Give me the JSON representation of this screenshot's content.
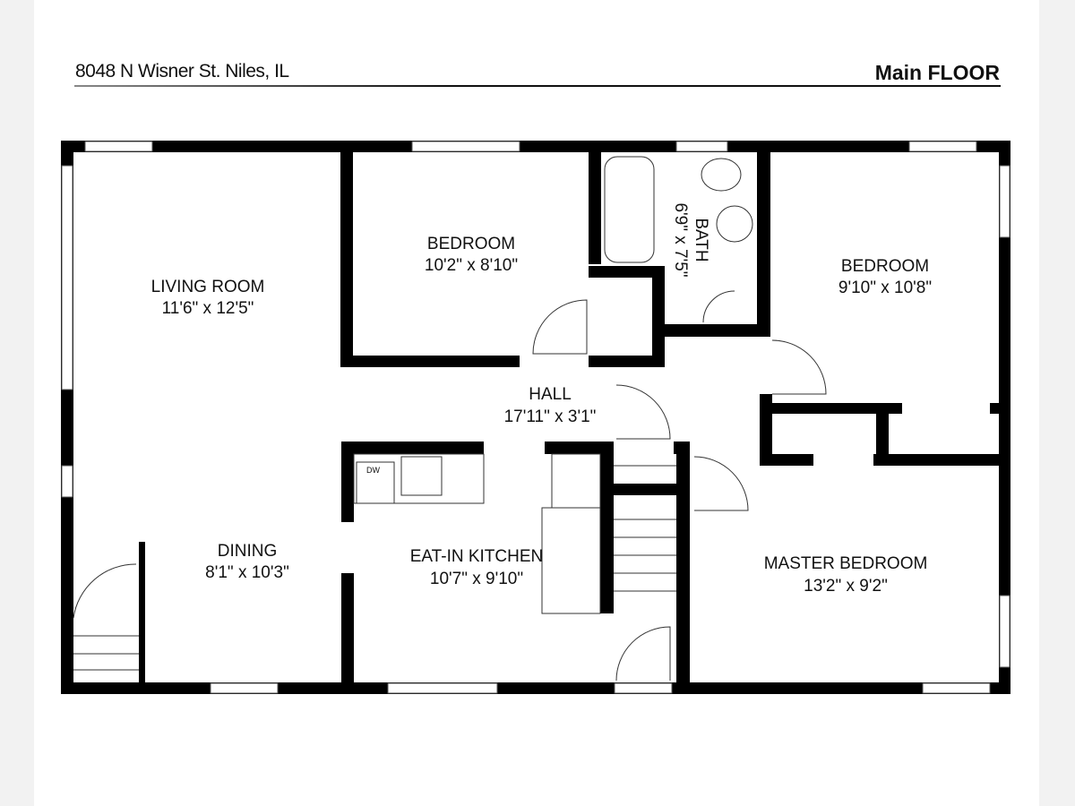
{
  "header": {
    "address": "8048 N Wisner St. Niles, IL",
    "floor": "Main FLOOR"
  },
  "rooms": {
    "living": {
      "name": "LIVING ROOM",
      "dims": "11'6\" x 12'5\""
    },
    "bedroom1": {
      "name": "BEDROOM",
      "dims": "10'2\" x 8'10\""
    },
    "bath": {
      "name": "BATH",
      "dims": "6'9\" x 7'5\""
    },
    "bedroom2": {
      "name": "BEDROOM",
      "dims": "9'10\" x 10'8\""
    },
    "hall": {
      "name": "HALL",
      "dims": "17'11\" x 3'1\""
    },
    "dining": {
      "name": "DINING",
      "dims": "8'1\" x 10'3\""
    },
    "kitchen": {
      "name": "EAT-IN KITCHEN",
      "dims": "10'7\" x 9'10\""
    },
    "master": {
      "name": "MASTER BEDROOM",
      "dims": "13'2\" x 9'2\""
    }
  },
  "fixtures": {
    "dishwasher": "DW"
  }
}
